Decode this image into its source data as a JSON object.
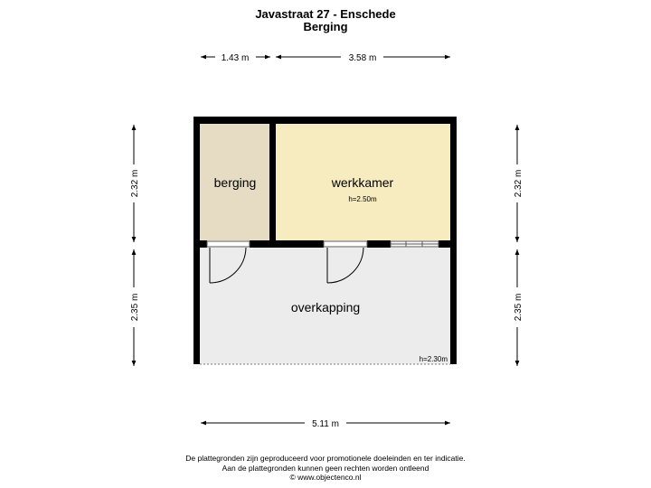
{
  "header": {
    "address": "Javastraat 27 - Enschede",
    "subtitle": "Berging"
  },
  "rooms": {
    "berging": {
      "label": "berging",
      "color": "#e5dcc3"
    },
    "werkkamer": {
      "label": "werkkamer",
      "height": "h=2.50m",
      "color": "#f6ecc0"
    },
    "overkapping": {
      "label": "overkapping",
      "height": "h=2.30m",
      "color": "#ececec"
    }
  },
  "dimensions": {
    "top_left": "1.43 m",
    "top_right": "3.58 m",
    "left_upper": "2.32 m",
    "left_lower": "2.35 m",
    "right_upper": "2.32 m",
    "right_lower": "2.35 m",
    "bottom": "5.11 m"
  },
  "footer": {
    "line1": "De plattegronden zijn geproduceerd voor promotionele doeleinden en ter indicatie.",
    "line2": "Aan de plattegronden kunnen geen rechten worden ontleend",
    "line3": "© www.objectenco.nl"
  }
}
